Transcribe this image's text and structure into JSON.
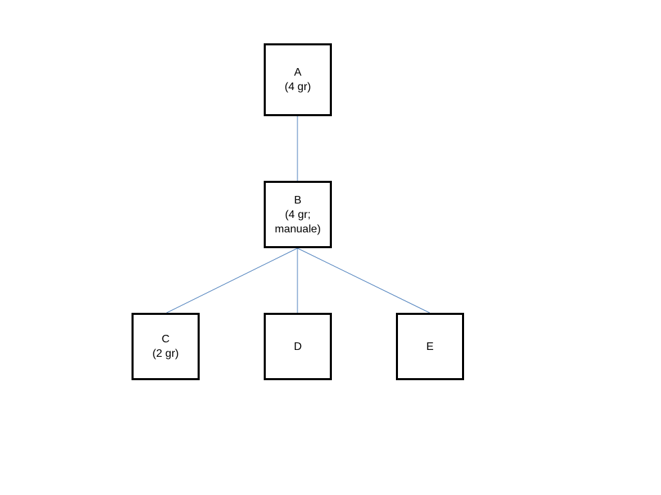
{
  "diagram": {
    "edge_color": "#4F81BD",
    "border_color": "#000000",
    "nodes": {
      "a": {
        "lines": [
          "A",
          "(4 gr)"
        ]
      },
      "b": {
        "lines": [
          "B",
          "(4 gr;",
          "manuale)"
        ]
      },
      "c": {
        "lines": [
          "C",
          "(2 gr)"
        ]
      },
      "d": {
        "lines": [
          "D"
        ]
      },
      "e": {
        "lines": [
          "E"
        ]
      }
    },
    "edges": [
      {
        "from": "A",
        "to": "B"
      },
      {
        "from": "B",
        "to": "C"
      },
      {
        "from": "B",
        "to": "D"
      },
      {
        "from": "B",
        "to": "E"
      }
    ]
  }
}
